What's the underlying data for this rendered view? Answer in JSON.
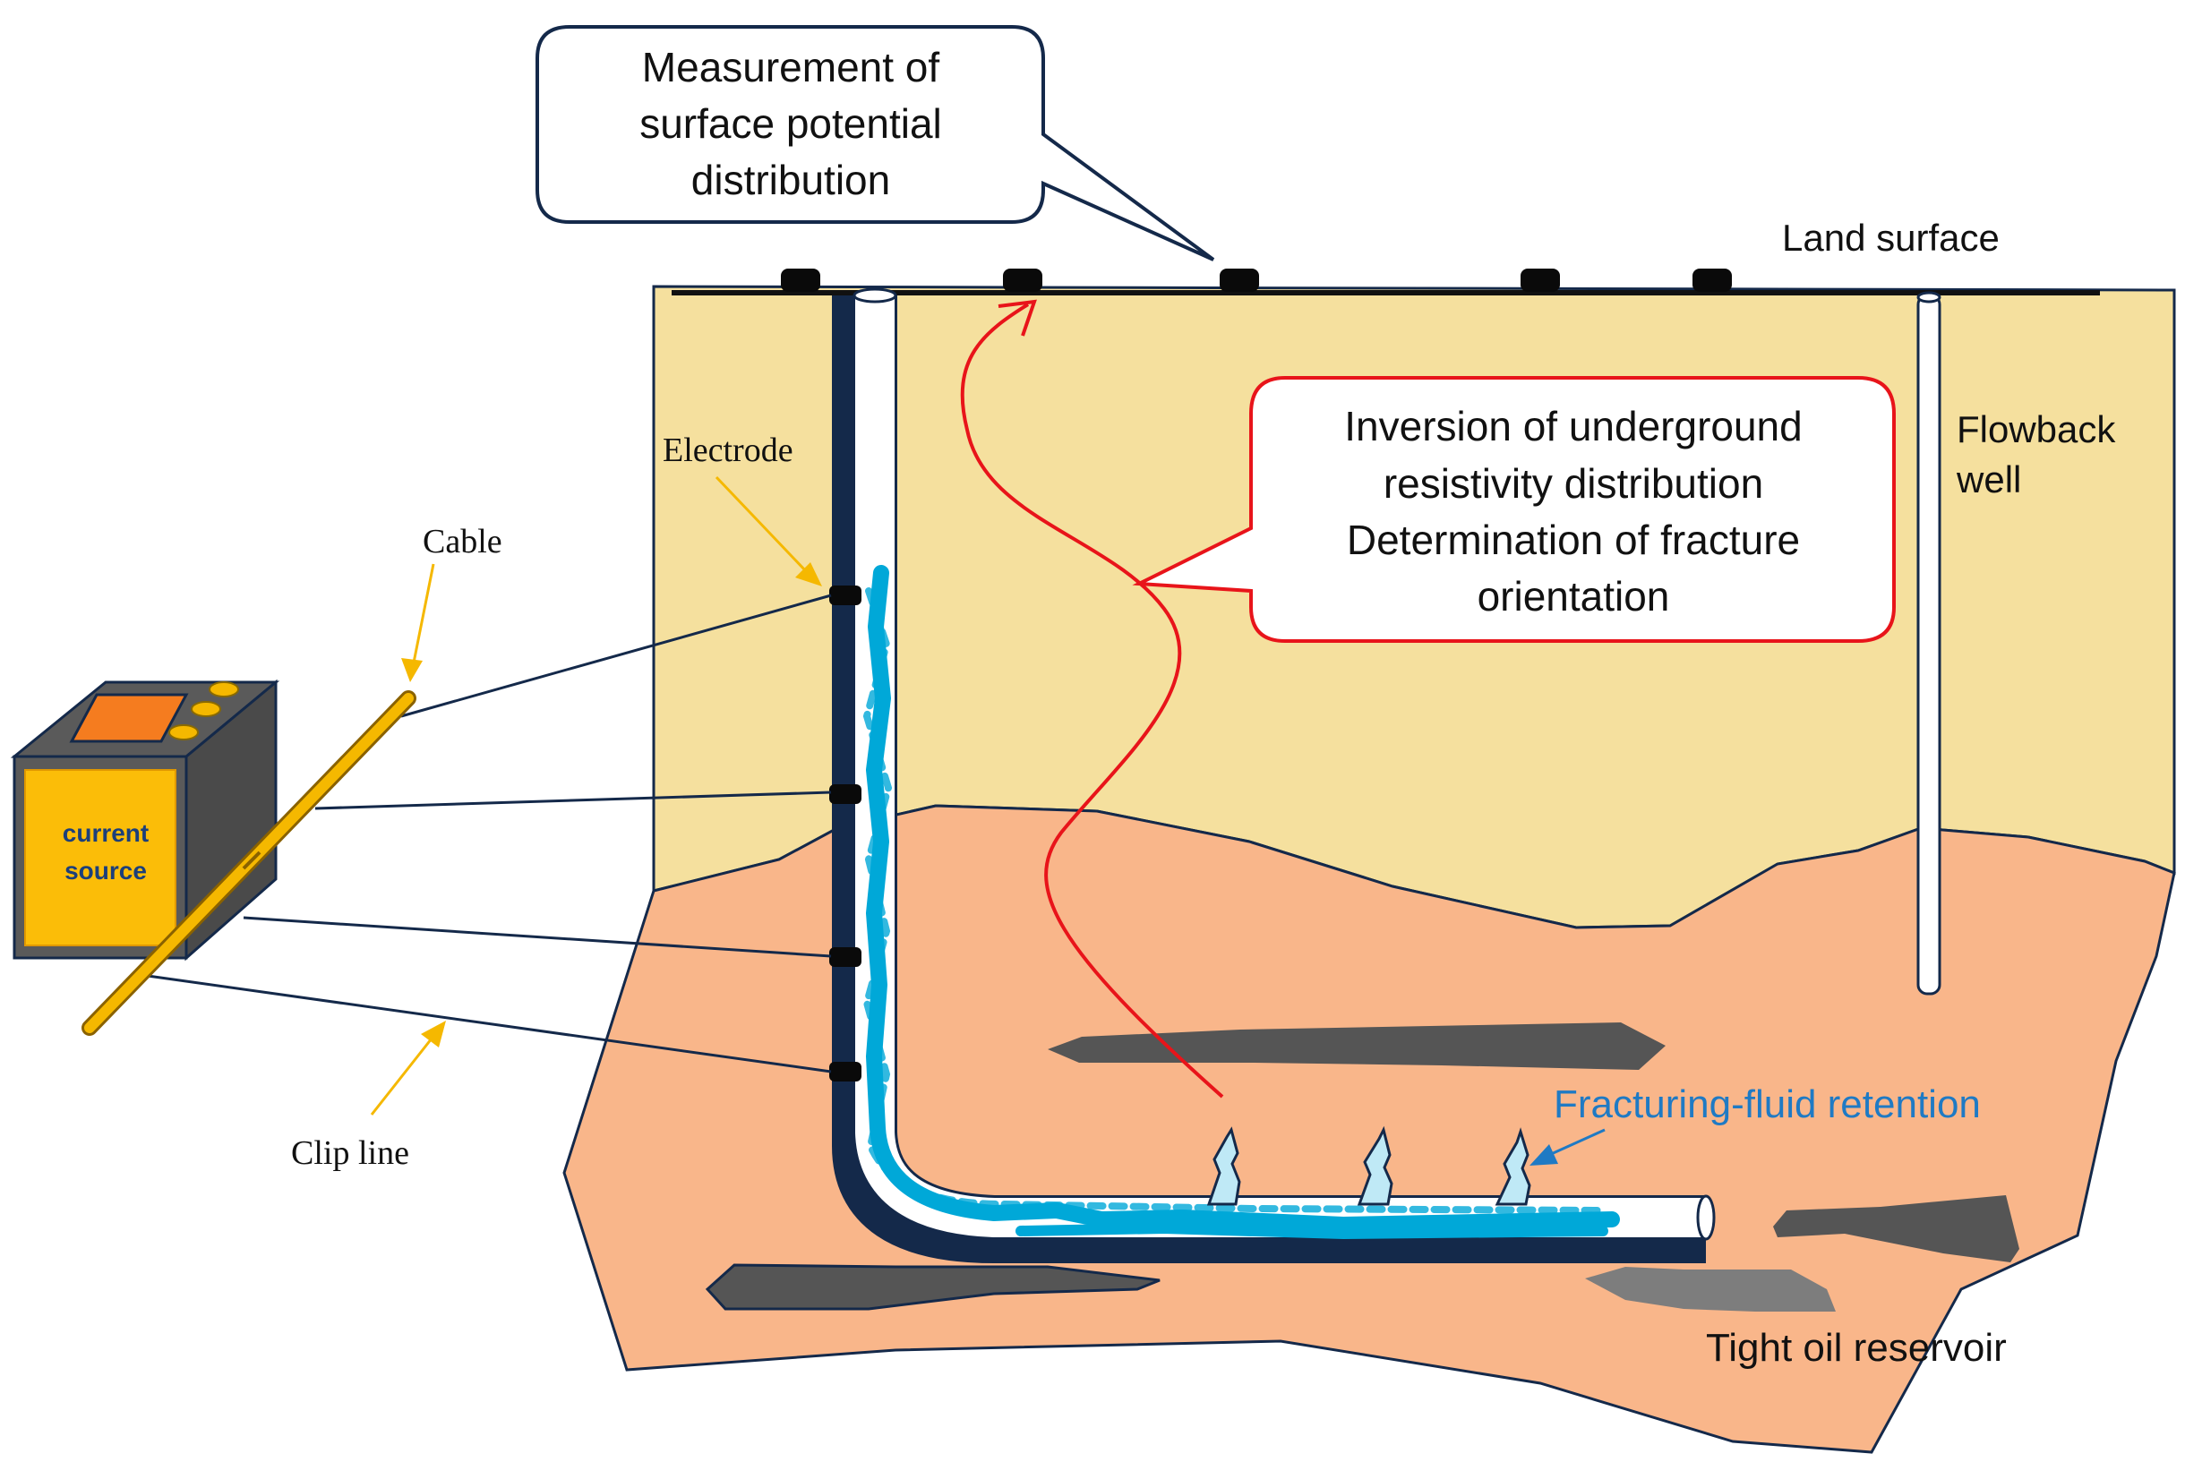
{
  "callouts": {
    "surface_measurement": [
      "Measurement of",
      "surface potential",
      "distribution"
    ],
    "inversion": [
      "Inversion of underground",
      "resistivity distribution",
      "Determination of fracture",
      "orientation"
    ]
  },
  "labels": {
    "land_surface": "Land surface",
    "flowback_well": [
      "Flowback",
      "well"
    ],
    "electrode": "Electrode",
    "cable": "Cable",
    "clip_line": "Clip line",
    "current_source": [
      "current",
      "source"
    ],
    "fracturing_fluid": "Fracturing-fluid retention",
    "reservoir": "Tight oil reservoir"
  },
  "colors": {
    "soil": "#f5e09e",
    "reservoir": "#f9b68a",
    "outline": "#14294a",
    "callout_red": "#e8141a",
    "fluid_blue": "#00a8d8",
    "fluid_label": "#1f7ac4",
    "cable": "#f5b800",
    "source_front": "#fbbd08",
    "source_side": "#5a5a5a",
    "dark_lens": "#555555"
  }
}
